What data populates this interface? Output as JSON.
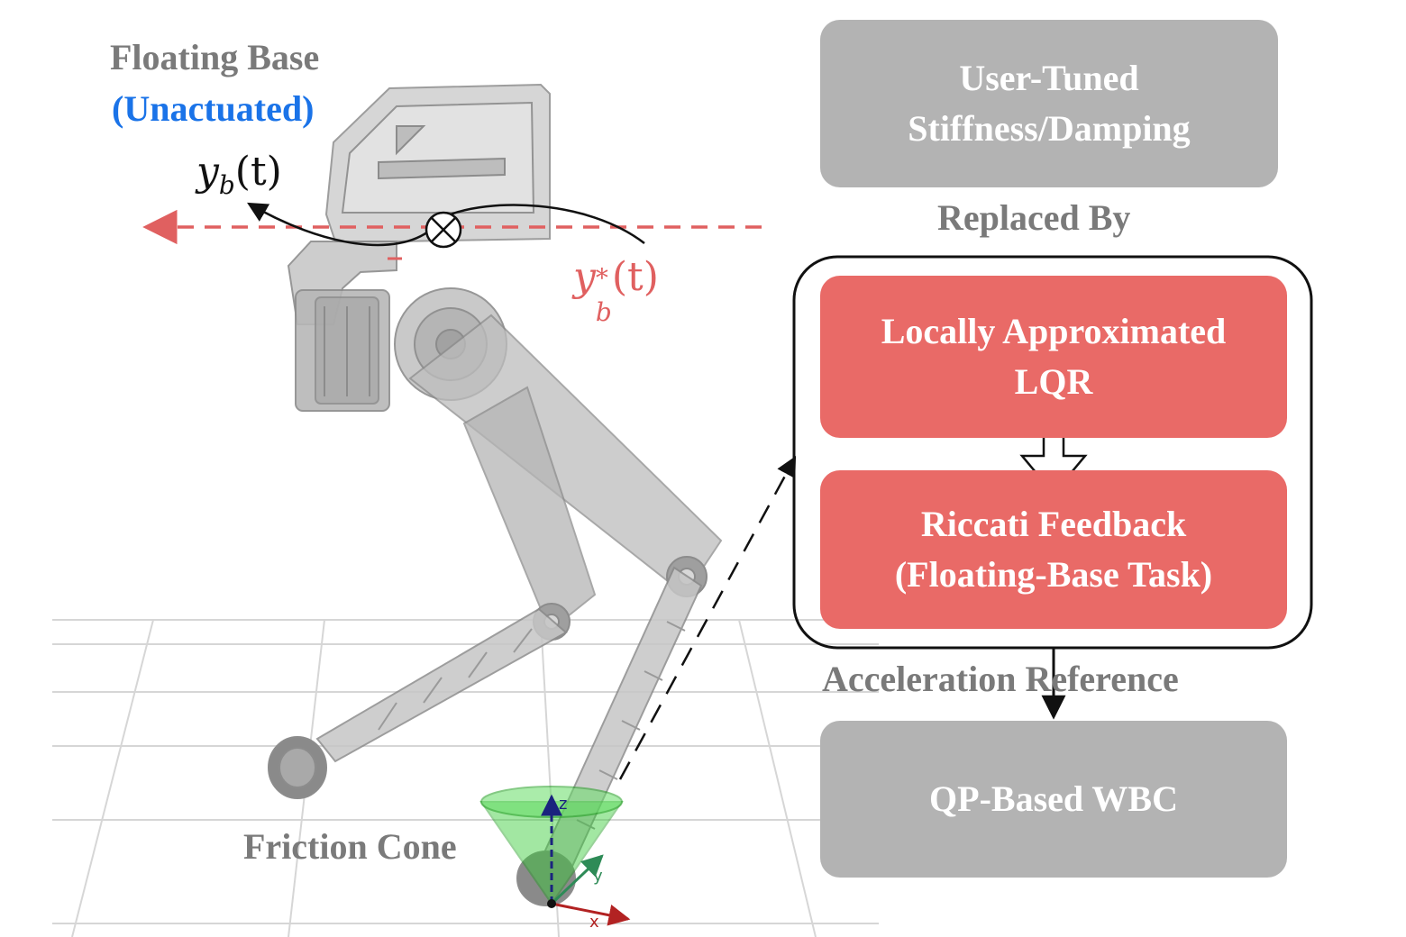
{
  "colors": {
    "gray_box": "#b3b3b3",
    "red_box": "#e96a67",
    "label_gray": "#7a7a7a",
    "label_blue": "#1a73e8",
    "target_red": "#e06060",
    "cone_green": "#33cc33"
  },
  "robot": {
    "floating_base_title": "Floating Base",
    "floating_base_note": "(Unactuated)",
    "actual_trajectory": "y",
    "actual_sub": "b",
    "actual_arg": "(t)",
    "desired_trajectory": "y",
    "desired_sub": "b",
    "desired_sup": "*",
    "desired_arg": "(t)",
    "friction_cone_label": "Friction Cone",
    "axis_x": "x",
    "axis_y": "y",
    "axis_z": "z"
  },
  "pipeline": {
    "top_box_line1": "User-Tuned",
    "top_box_line2": "Stiffness/Damping",
    "replaced_by": "Replaced By",
    "lqr_line1": "Locally Approximated",
    "lqr_line2": "LQR",
    "riccati_line1": "Riccati Feedback",
    "riccati_line2": "(Floating-Base Task)",
    "accel_ref": "Acceleration Reference",
    "wbc": "QP-Based WBC"
  }
}
